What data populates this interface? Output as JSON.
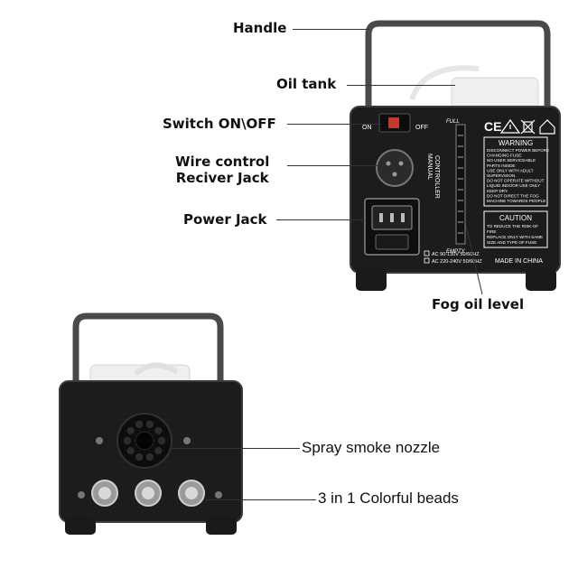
{
  "callouts": {
    "handle": "Handle",
    "oil_tank": "Oil tank",
    "switch": "Switch  ON\\OFF",
    "wire_control_line1": "Wire control",
    "wire_control_line2": "Reciver Jack",
    "power_jack": "Power Jack",
    "fog_oil_level": "Fog oil level",
    "spray_nozzle": "Spray smoke nozzle",
    "colorful_beads": "3 in 1 Colorful beads"
  },
  "rear_panel": {
    "switch_on": "ON",
    "switch_off": "OFF",
    "gauge_full": "FULL",
    "gauge_empty": "EMPTY",
    "manual_line1": "MANUAL",
    "manual_line2": "CONTROLLER",
    "ce_mark": "CE",
    "warning_title": "WARNING",
    "warning_lines": [
      "DISCONNECT POWER BEFORE",
      "CHANGING FUSE.",
      "NO USER SERVICEABLE",
      "PARTS INSIDE",
      "USE ONLY WITH ADULT",
      "SUPERVISION.",
      "DO NOT OPERATE WITHOUT",
      "LIQUID.INDOOR USE ONLY",
      "KEEP DRY.",
      "DO NOT DIRECT THE FOG",
      "MACHINE TOWARDS PEOPLE"
    ],
    "caution_title": "CAUTION",
    "caution_lines": [
      "TO REDUCE THE RISK OF",
      "FIRE",
      "REPLACE ONLY WITH SAME",
      "SIZE AND TYPE OF FUSE"
    ],
    "voltage_1": "AC 90-130V 50/60HZ",
    "voltage_2": "AC 220-240V 50/60HZ",
    "made_in": "MADE IN CHINA"
  },
  "colors": {
    "body": "#1c1c1c",
    "body_edge": "#3a3a3a",
    "handle": "#4a4a4a",
    "tank": "#f2f2f2",
    "text": "#111111"
  }
}
